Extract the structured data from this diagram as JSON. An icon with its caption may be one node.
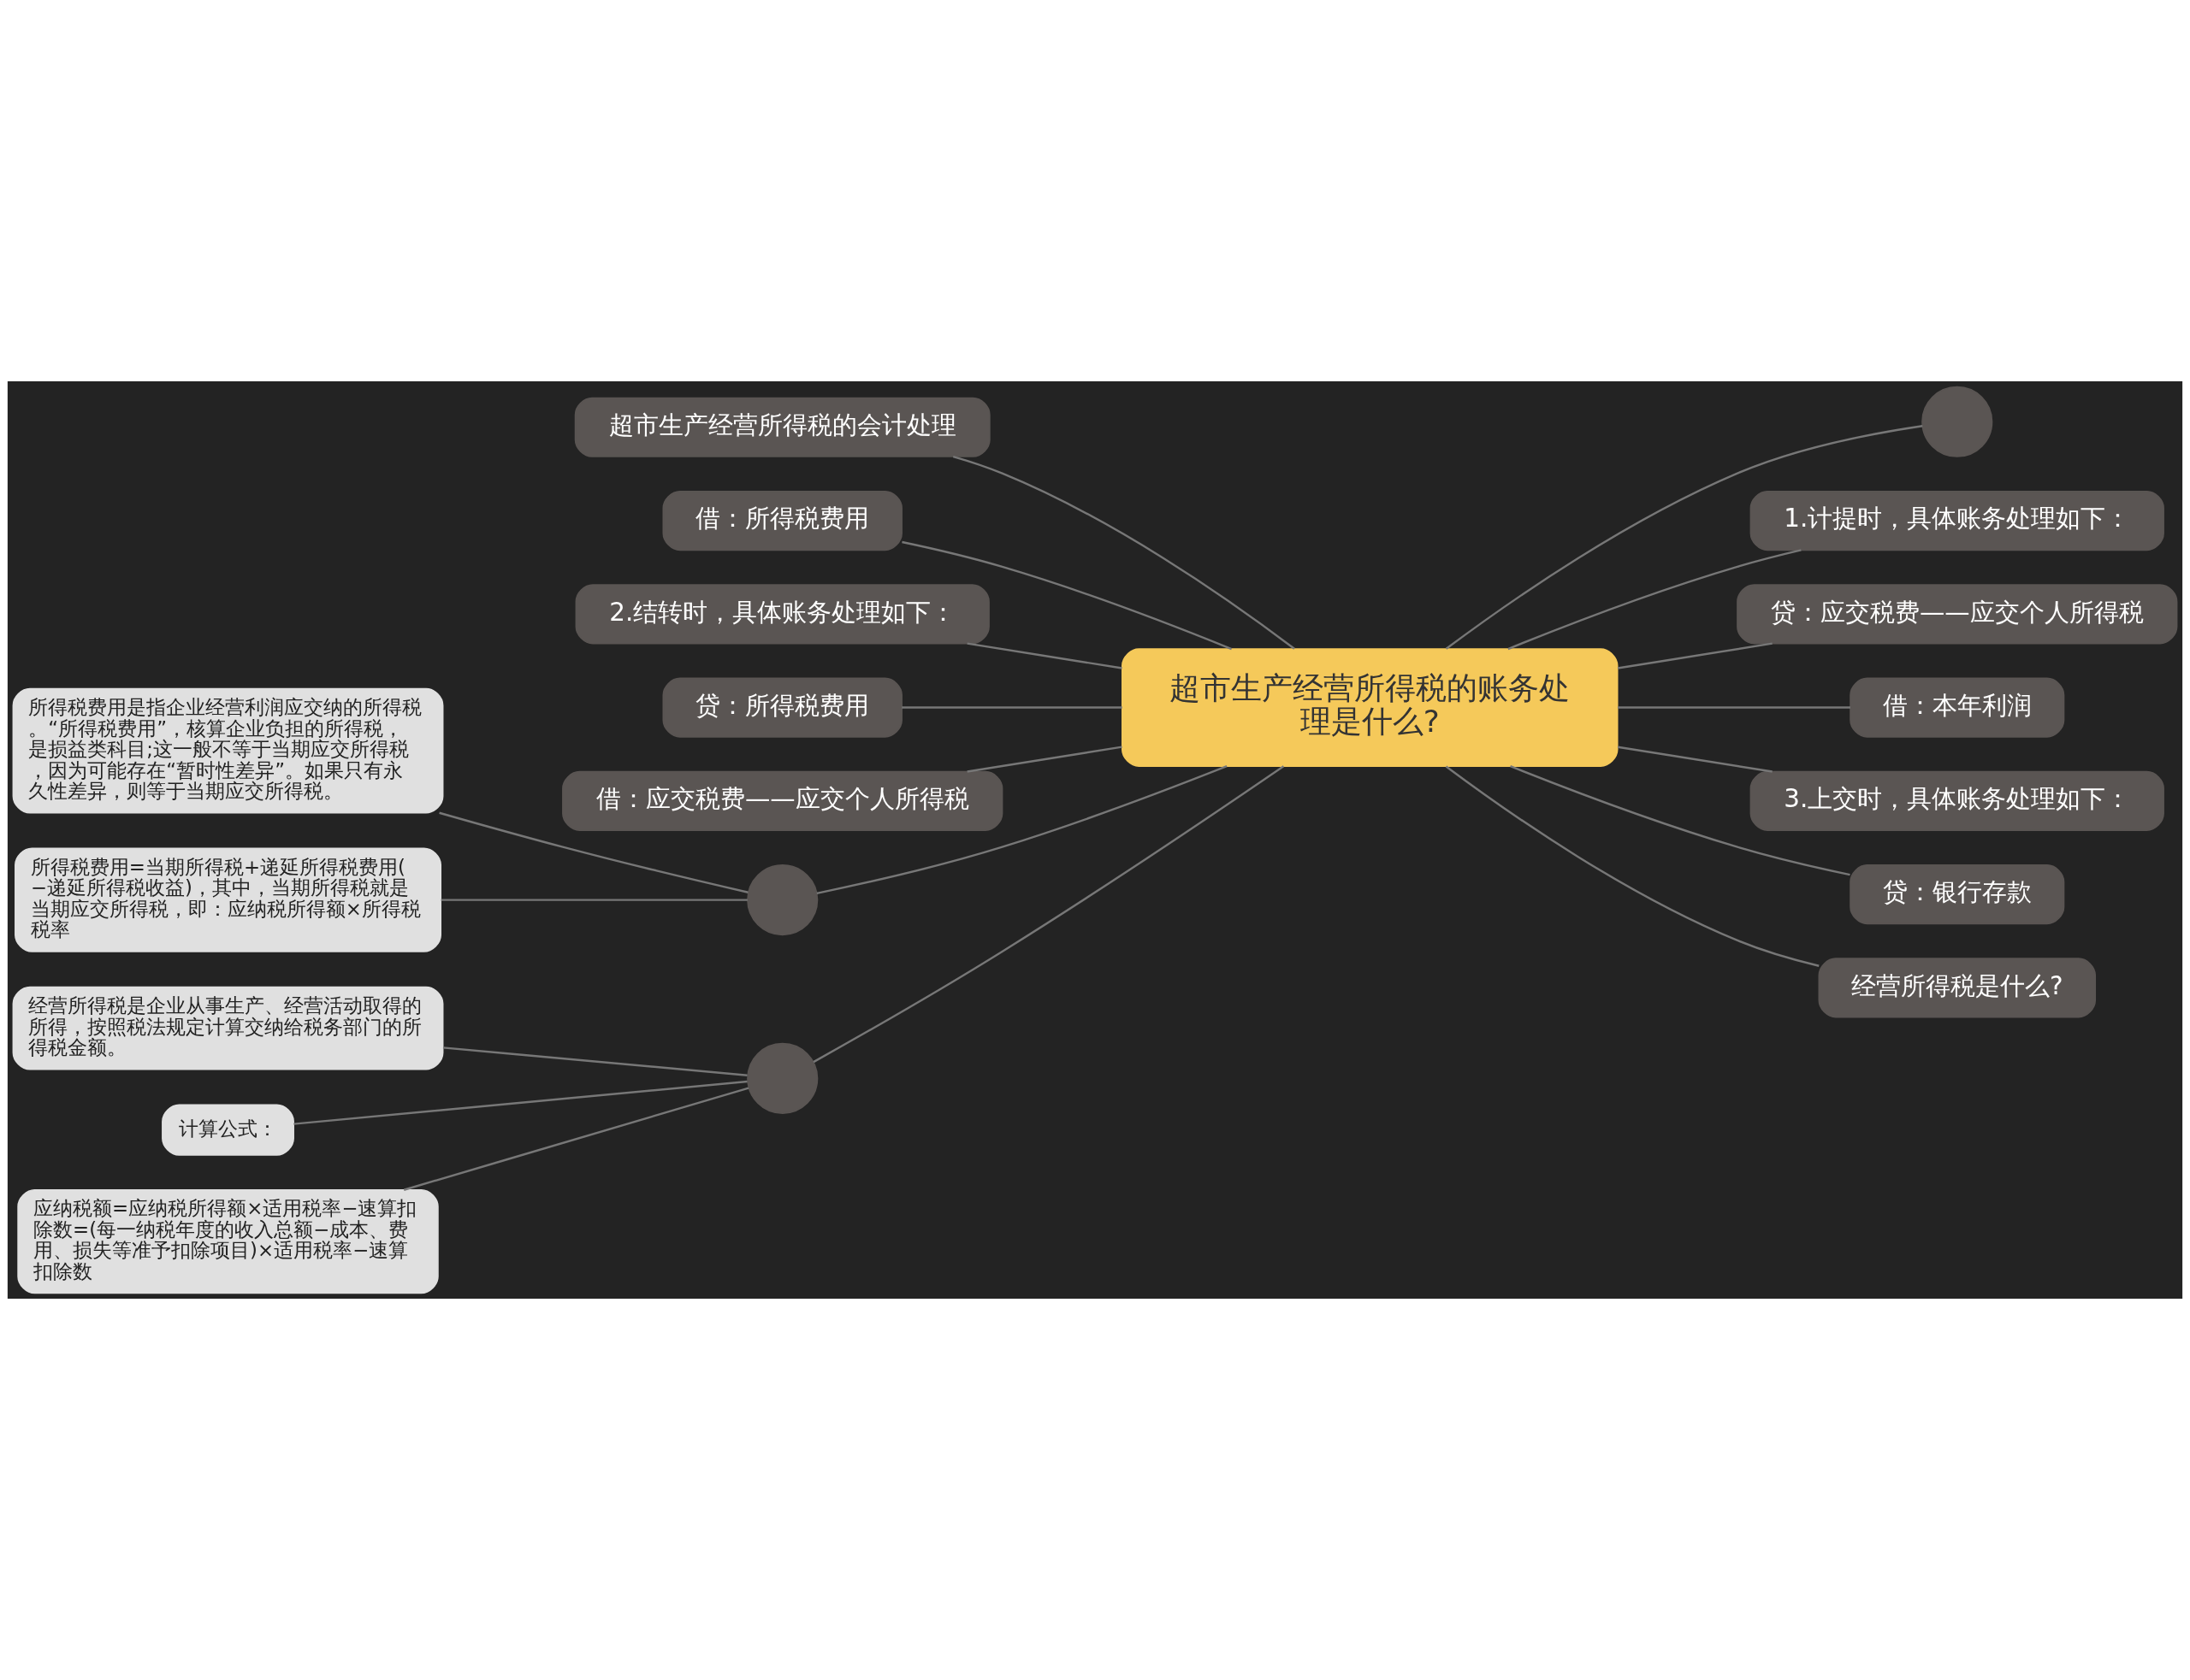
{
  "diagram": {
    "nodes": [
      {
        "text": [
          "超市生产经营所得税的账务处理是什么?"
        ]
      },
      {
        "text": [
          "超市生产经营所得税的会计处理"
        ]
      },
      {
        "text": [
          "借：所得税费用"
        ]
      },
      {
        "text": [
          "2.结转时，具体账务处理如下："
        ]
      },
      {
        "text": [
          "贷：所得税费用"
        ]
      },
      {
        "text": [
          "借：应交税费——应交个人所得税"
        ]
      },
      {
        "text": [],
        "shape": "circle"
      },
      {
        "text": [
          "所得税费用是指企业经营利润应交纳的所得税。“所得税费用”，核算企业负担的所得税，是损益类科目;这一般不等于当期应交所得税，因为可能存在“暂时性差异”。如果只有永久性差异，则等于当期应交所得税。"
        ]
      },
      {
        "text": [
          "所得税费用=当期所得税+递延所得税费用(−递延所得税收益)，其中，当期所得税就是当期应交所得税，即：应纳税所得额×所得税税率"
        ]
      },
      {
        "text": [],
        "shape": "circle"
      },
      {
        "text": [
          "经营所得税是企业从事生产、经营活动取得的所得，按照税法规定计算交纳给税务部门的所得税金额。"
        ]
      },
      {
        "text": [
          "计算公式："
        ]
      },
      {
        "text": [
          "应纳税额=应纳税所得额×适用税率−速算扣除数=(每一纳税年度的收入总额−成本、费用、损失等准予扣除项目)×适用税率−速算扣除数"
        ]
      },
      {
        "text": [],
        "shape": "circle"
      },
      {
        "text": [
          "1.计提时，具体账务处理如下："
        ]
      },
      {
        "text": [
          "贷：应交税费——应交个人所得税"
        ]
      },
      {
        "text": [
          "借：本年利润"
        ]
      },
      {
        "text": [
          "3.上交时，具体账务处理如下："
        ]
      },
      {
        "text": [
          "贷：银行存款"
        ]
      },
      {
        "text": [
          "经营所得税是什么?"
        ]
      }
    ],
    "edges": [
      {
        "from": 0,
        "to": 1,
        "arrow": "none"
      },
      {
        "from": 0,
        "to": 2,
        "arrow": "none"
      },
      {
        "from": 0,
        "to": 3,
        "arrow": "none"
      },
      {
        "from": 0,
        "to": 4,
        "arrow": "none"
      },
      {
        "from": 0,
        "to": 5,
        "arrow": "none"
      },
      {
        "from": 0,
        "to": 6,
        "arrow": "none"
      },
      {
        "from": 6,
        "to": 7,
        "arrow": "none"
      },
      {
        "from": 6,
        "to": 8,
        "arrow": "none"
      },
      {
        "from": 0,
        "to": 9,
        "arrow": "none"
      },
      {
        "from": 9,
        "to": 10,
        "arrow": "none"
      },
      {
        "from": 9,
        "to": 11,
        "arrow": "none"
      },
      {
        "from": 9,
        "to": 12,
        "arrow": "none"
      },
      {
        "from": 0,
        "to": 13,
        "arrow": "none"
      },
      {
        "from": 0,
        "to": 14,
        "arrow": "none"
      },
      {
        "from": 0,
        "to": 15,
        "arrow": "none"
      },
      {
        "from": 0,
        "to": 16,
        "arrow": "none"
      },
      {
        "from": 0,
        "to": 17,
        "arrow": "none"
      },
      {
        "from": 0,
        "to": 18,
        "arrow": "none"
      },
      {
        "from": 0,
        "to": 19,
        "arrow": "none"
      }
    ]
  }
}
